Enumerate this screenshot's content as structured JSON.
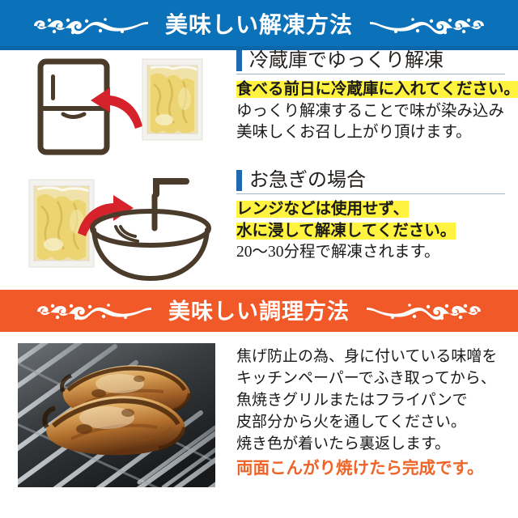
{
  "colors": {
    "banner_blue": "#0b71b8",
    "banner_blue_edge": "#0a68aa",
    "banner_orange": "#f15a28",
    "accent_bar_blue": "#2068b0",
    "highlight_yellow": "#fff33f",
    "final_text_orange": "#ef6326",
    "icon_brown": "#4a3b2a",
    "arrow_red": "#d6232b"
  },
  "thaw_banner": {
    "title": "美味しい解凍方法",
    "ornament_left": "scroll-flourish",
    "ornament_right": "scroll-flourish-mirrored"
  },
  "cook_banner": {
    "title": "美味しい調理方法",
    "ornament_left": "scroll-flourish",
    "ornament_right": "scroll-flourish-mirrored"
  },
  "thaw_sections": [
    {
      "heading": "冷蔵庫でゆっくり解凍",
      "illustration": {
        "from_icon": "vacuum-pack-fish-photo",
        "to_icon": "refrigerator-icon",
        "arrow": "curved-arrow-left"
      },
      "lines": [
        {
          "text": "食べる前日に冷蔵庫に入れてください。",
          "highlight": true
        },
        {
          "text": "ゆっくり解凍することで味が染み込み",
          "highlight": false
        },
        {
          "text": "美味しくお召し上がり頂けます。",
          "highlight": false
        }
      ]
    },
    {
      "heading": "お急ぎの場合",
      "illustration": {
        "from_icon": "vacuum-pack-fish-photo",
        "to_icon": "bowl-with-running-water-icon",
        "arrow": "curved-arrow-right"
      },
      "lines": [
        {
          "text": "レンジなどは使用せず、",
          "highlight": true
        },
        {
          "text": "水に浸して解凍してください。",
          "highlight": true
        },
        {
          "text": "20〜30分程で解凍されます。",
          "highlight": false
        }
      ]
    }
  ],
  "cook_section": {
    "photo": "grilled-fish-on-grill-rack-photo",
    "lines": [
      "焦げ防止の為、身に付いている味噌を",
      "キッチンペーパーでふき取ってから、",
      "魚焼きグリルまたはフライパンで",
      "皮部分から火を通してください。",
      "焼き色が着いたら裏返します。"
    ],
    "final_line": "両面こんがり焼けたら完成です。"
  }
}
